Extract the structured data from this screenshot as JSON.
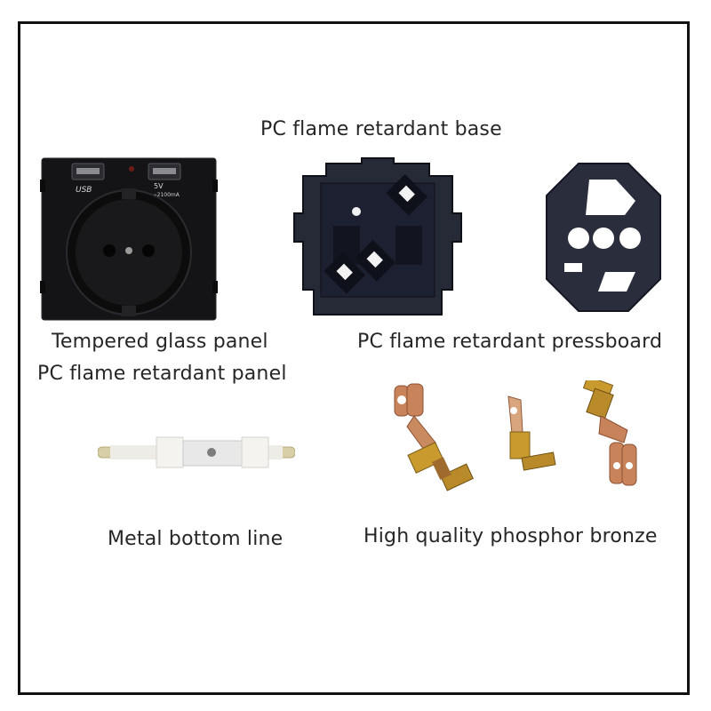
{
  "labels": {
    "base": "PC flame retardant base",
    "glass_panel": "Tempered glass panel",
    "pc_panel": "PC flame retardant panel",
    "pressboard": "PC flame retardant pressboard",
    "bottom_line": "Metal bottom line",
    "bronze": "High quality phosphor bronze"
  },
  "socket_print": {
    "usb_logo": "USB",
    "voltage": "5V",
    "current": "⌁2100mA"
  },
  "colors": {
    "frame": "#111111",
    "socket_black": "#141416",
    "plastic_dark": "#1f2230",
    "bronze": "#c9835a",
    "brass": "#c99a2e"
  }
}
